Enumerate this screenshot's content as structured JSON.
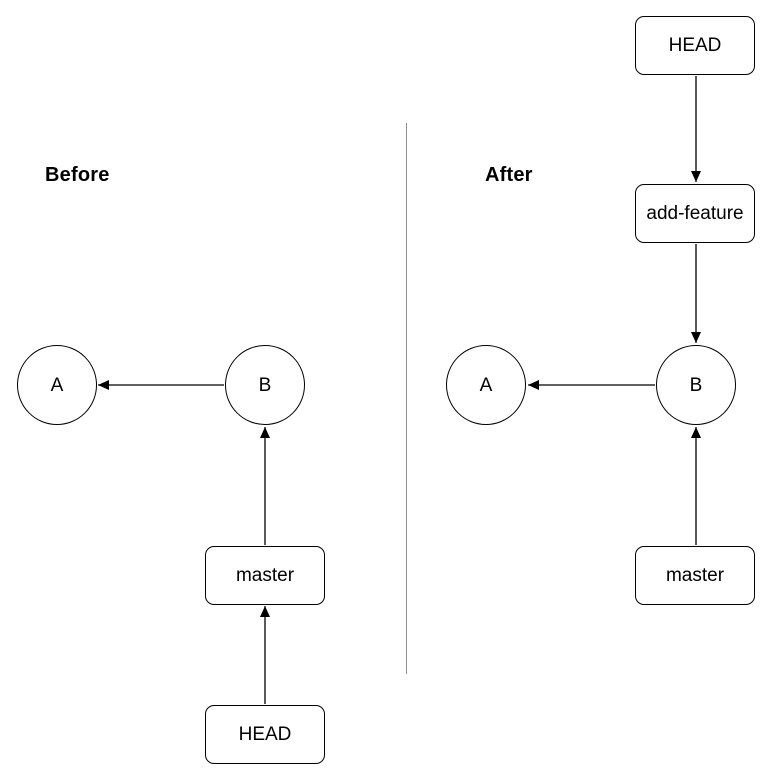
{
  "colors": {
    "background": "#ffffff",
    "node_fill": "#ffffff",
    "stroke": "#000000",
    "divider": "#8f8f8f",
    "text": "#000000"
  },
  "before": {
    "label": "Before",
    "nodes": {
      "commit_a": "A",
      "commit_b": "B",
      "branch_master": "master",
      "head": "HEAD"
    }
  },
  "after": {
    "label": "After",
    "nodes": {
      "commit_a": "A",
      "commit_b": "B",
      "branch_master": "master",
      "branch_feature": "add-feature",
      "head": "HEAD"
    }
  }
}
